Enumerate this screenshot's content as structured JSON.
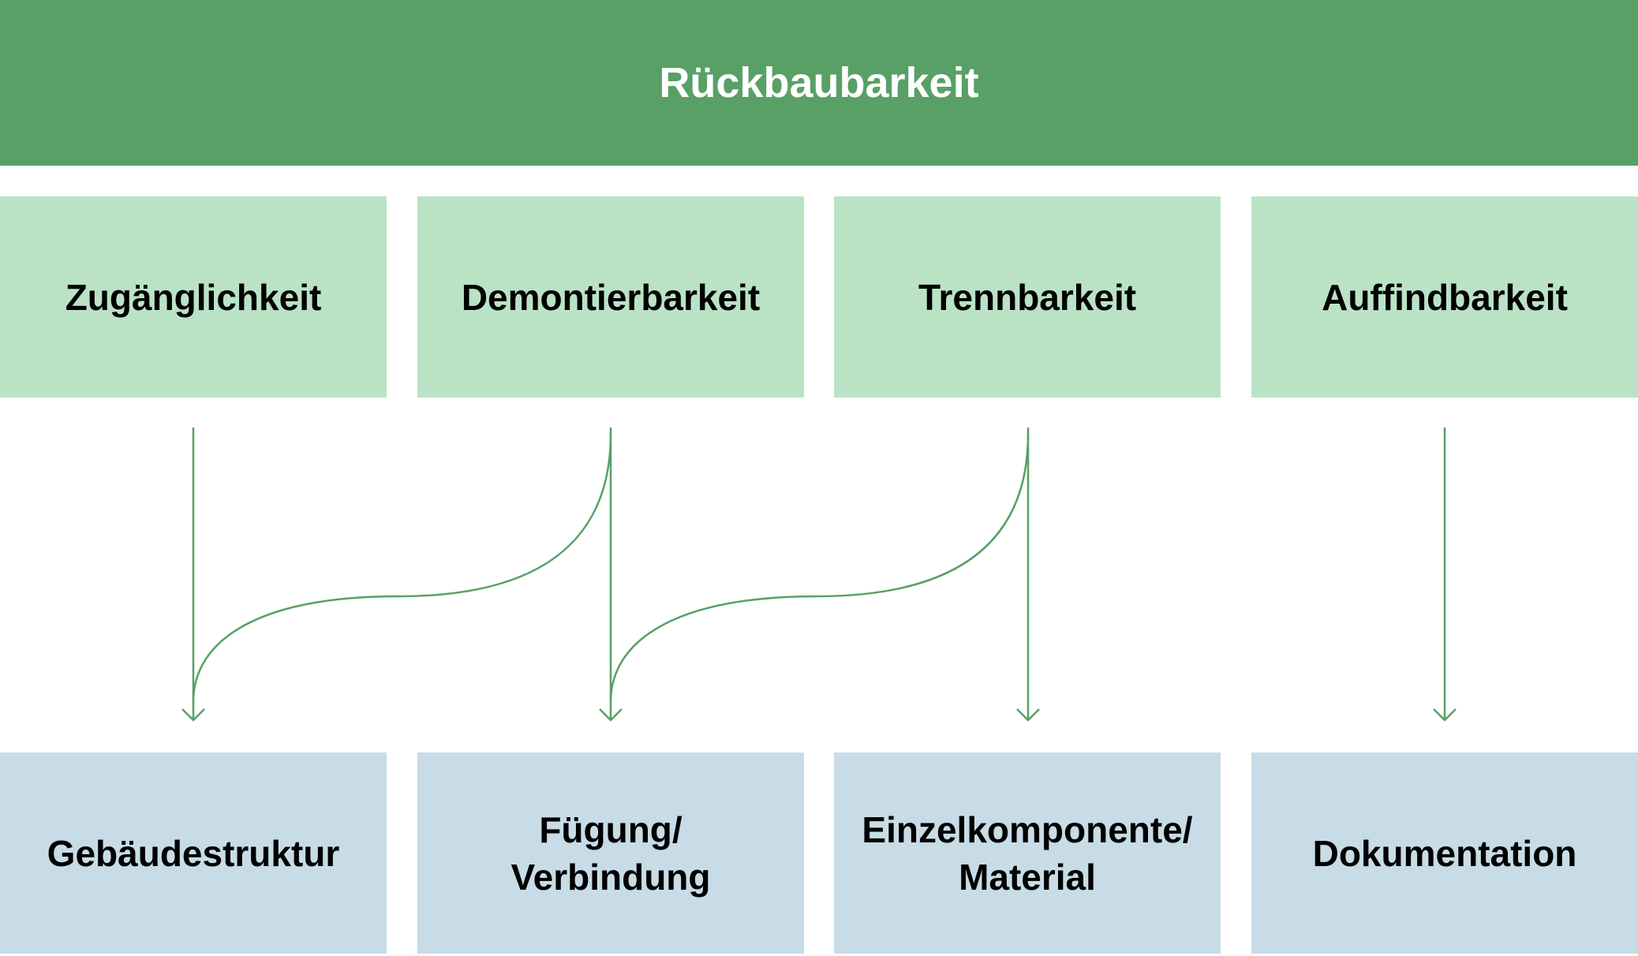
{
  "header": {
    "title": "Rückbaubarkeit"
  },
  "criteria": [
    {
      "label": "Zugänglichkeit"
    },
    {
      "label": "Demontierbarkeit"
    },
    {
      "label": "Trennbarkeit"
    },
    {
      "label": "Auffindbarkeit"
    }
  ],
  "levels": [
    {
      "label": "Gebäudestruktur"
    },
    {
      "label": "Fügung/\nVerbindung"
    },
    {
      "label": "Einzelkomponente/\nMaterial"
    },
    {
      "label": "Dokumentation"
    }
  ],
  "colors": {
    "header": "#58a066",
    "criteria_box": "#bae3c6",
    "level_box": "#c7dce6",
    "arrow": "#58a066"
  }
}
